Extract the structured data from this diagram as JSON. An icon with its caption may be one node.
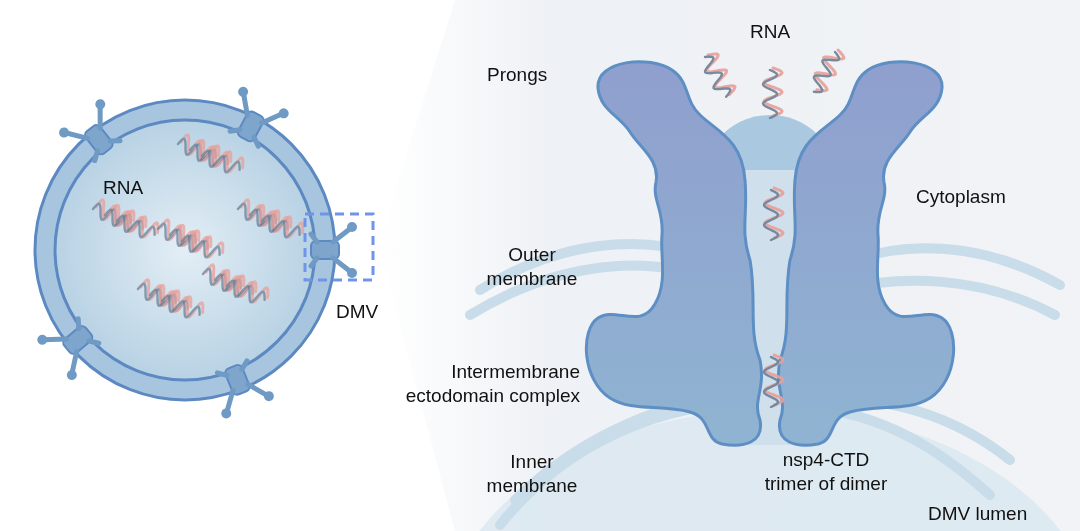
{
  "diagram": {
    "labels": [
      "Prongs",
      "RNA",
      "RNA",
      "Cytoplasm",
      "Outer membrane",
      "DMV",
      "Intermembrane ectodomain complex",
      "Inner membrane",
      "nsp4-CTD trimer of dimer",
      "DMV lumen"
    ]
  }
}
